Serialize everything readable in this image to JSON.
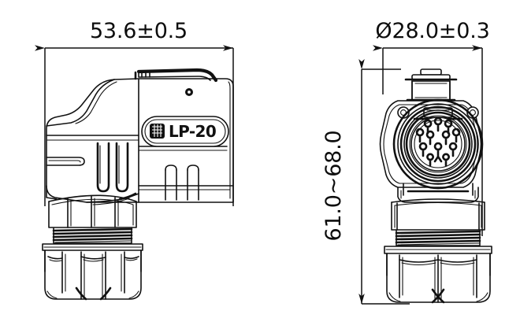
{
  "drawing": {
    "title": "LP-20 waterproof connector outline drawing",
    "product_label": "LP-20",
    "logo_badge": "logo-badge-icon",
    "background_color": "#ffffff",
    "line_color": "#111111"
  },
  "dimensions": {
    "width_overall": {
      "name": "overall-length",
      "text": "53.6±0.5",
      "nominal": 53.6,
      "tolerance": 0.5,
      "unit": "mm",
      "orientation": "horizontal",
      "view": "side"
    },
    "diameter": {
      "name": "body-diameter",
      "text": "Ø28.0±0.3",
      "symbol": "Ø",
      "nominal": 28.0,
      "tolerance": 0.3,
      "unit": "mm",
      "orientation": "horizontal",
      "view": "front"
    },
    "height_range": {
      "name": "overall-height",
      "text": "61.0~68.0",
      "min": 61.0,
      "max": 68.0,
      "unit": "mm",
      "orientation": "vertical",
      "view": "front"
    }
  },
  "views": {
    "side": {
      "name": "side-view",
      "caption": "",
      "parts": {
        "housing": "right-angle-housing",
        "latch": "top-latch-lever",
        "screw": "housing-screw",
        "vents": "side-vent-slots",
        "nut": "hex-coupling-nut",
        "thread": "threaded-section",
        "gland": "cable-gland-cap"
      }
    },
    "front": {
      "name": "front-view",
      "caption": "",
      "parts": {
        "flange": "mounting-flange",
        "contact_face": "contact-insert-face",
        "pin_count": 12,
        "cap": "top-cap",
        "nut": "hex-coupling-nut",
        "thread": "threaded-section",
        "gland": "cable-gland-cap"
      }
    }
  }
}
